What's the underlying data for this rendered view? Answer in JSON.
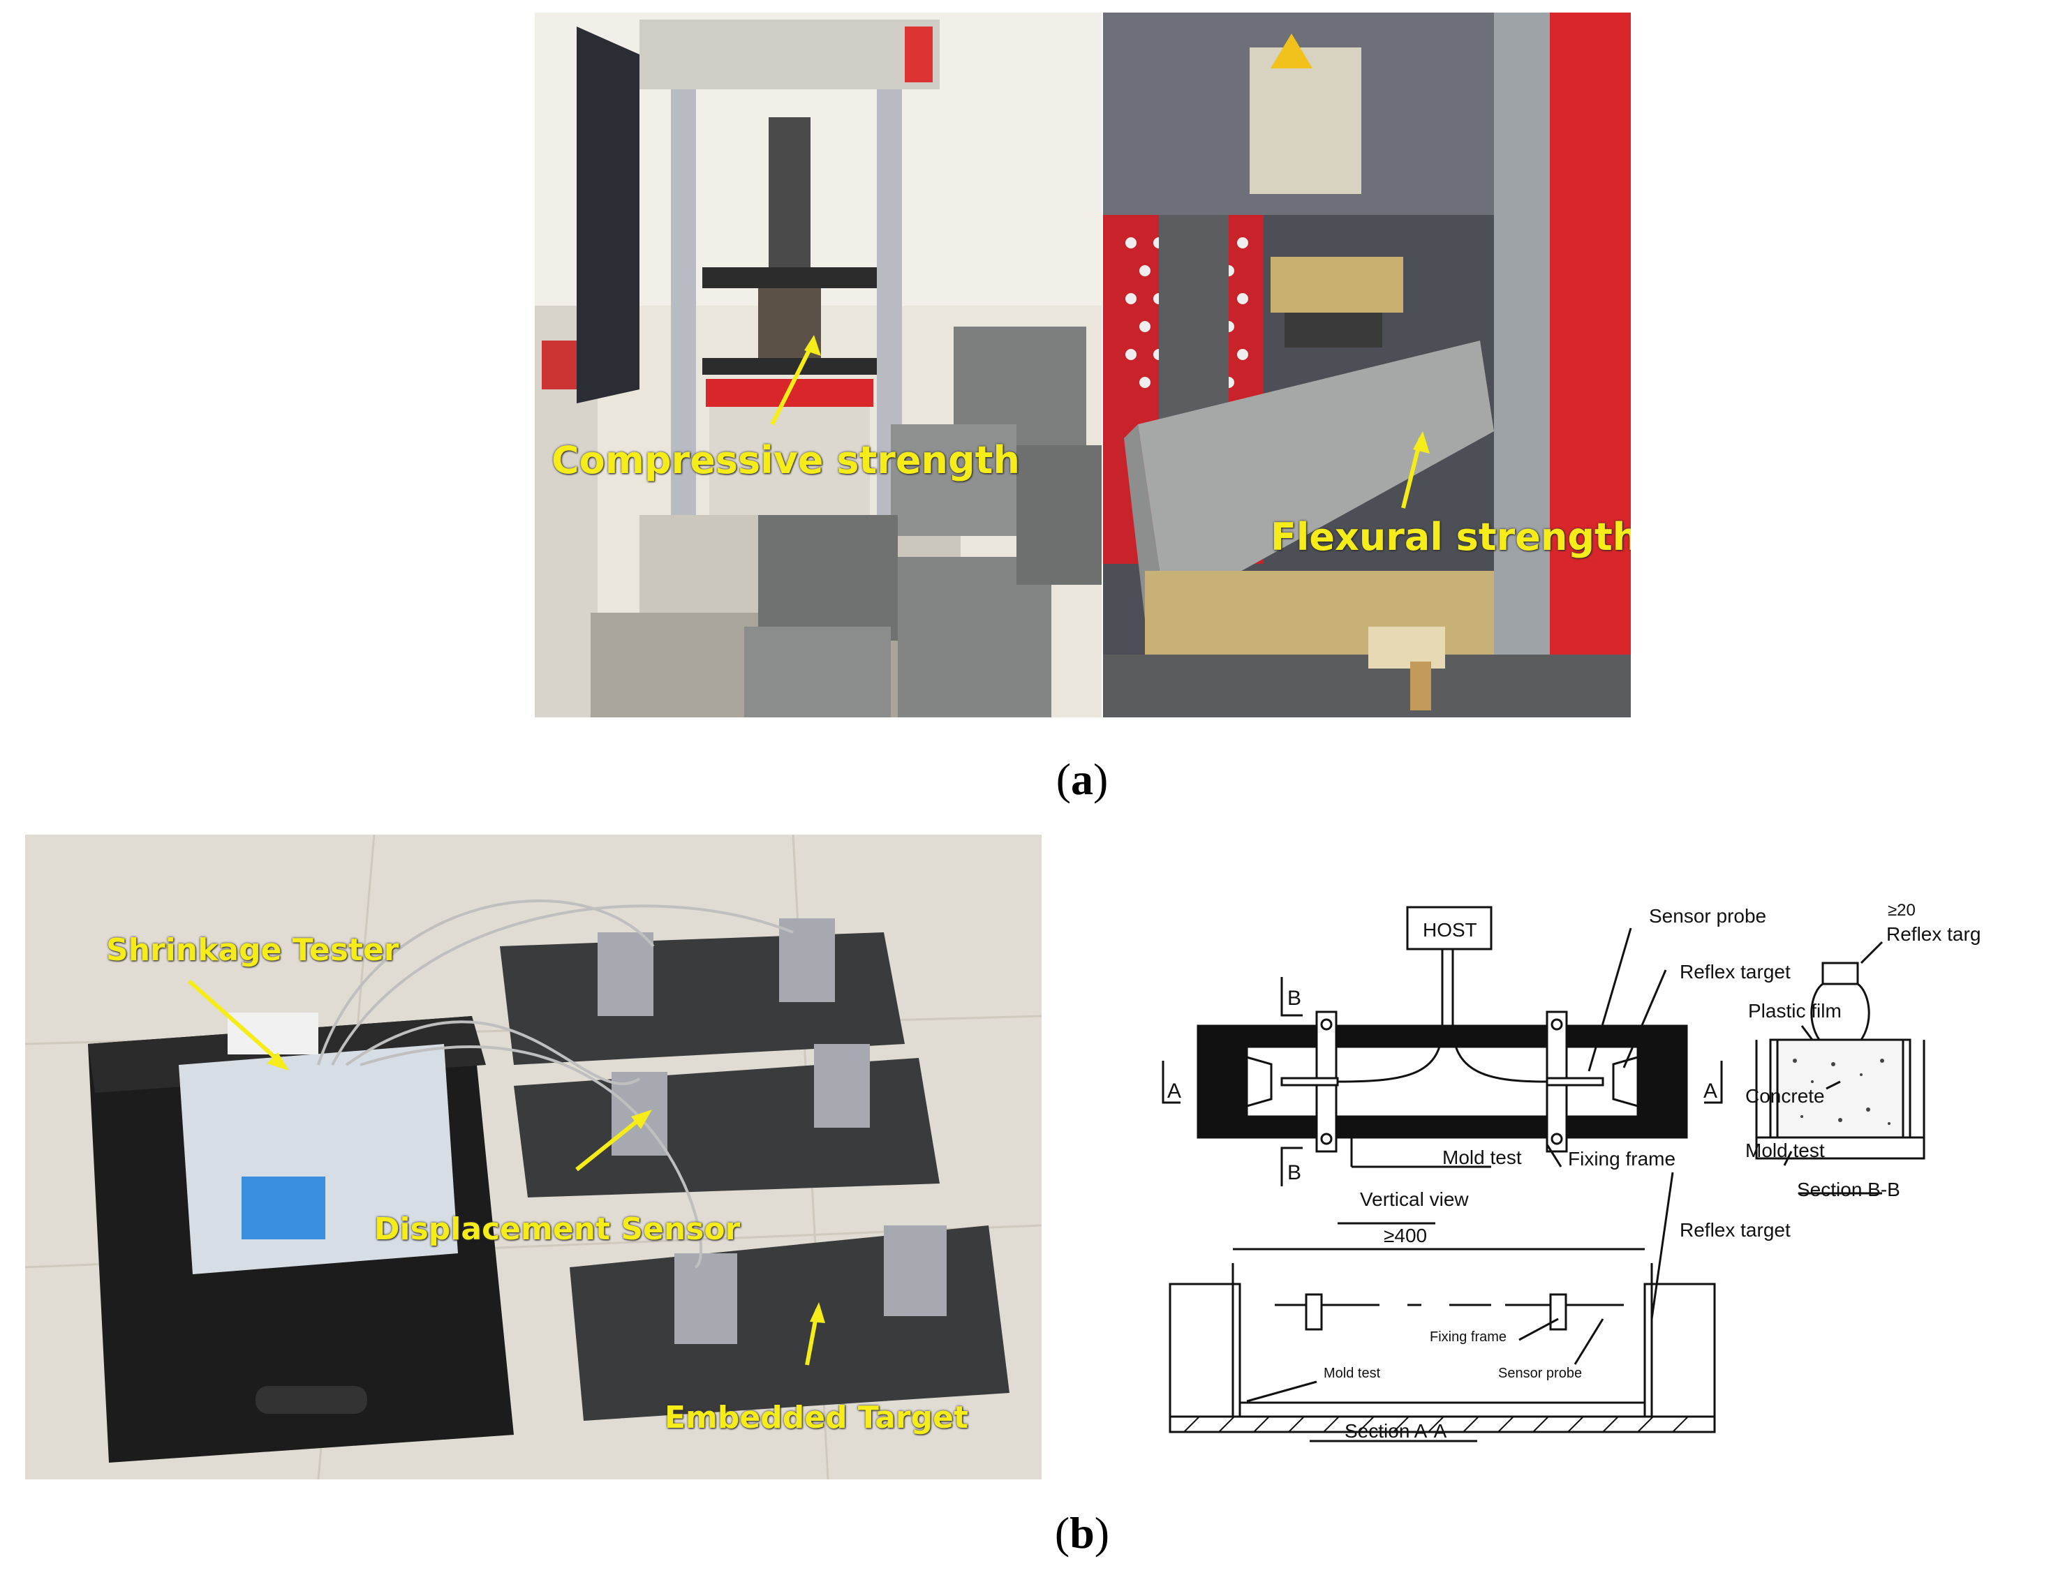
{
  "figure": {
    "caption_a": "a",
    "caption_b": "b"
  },
  "photo_a_left": {
    "label": "Compressive strength"
  },
  "photo_a_right": {
    "label": "Flexural strength"
  },
  "photo_b": {
    "shrinkage_tester": "Shrinkage Tester",
    "displacement_sensor": "Displacement Sensor",
    "embedded_target": "Embedded Target"
  },
  "diagram": {
    "host": "HOST",
    "sensor_probe": "Sensor probe",
    "reflex_target": "Reflex target",
    "mold_test": "Mold test",
    "fixing_frame": "Fixing frame",
    "vertical_view": "Vertical view",
    "marker_a": "A",
    "marker_b": "B",
    "dim_400": "≥400",
    "section_aa": "Section A-A",
    "bb": {
      "dim_20": "≥20",
      "reflex_target": "Reflex target",
      "plastic_film": "Plastic film",
      "concrete": "Concrete",
      "mold_test": "Mold test",
      "section_bb": "Section B-B"
    },
    "aa": {
      "reflex_target": "Reflex target",
      "fixing_frame": "Fixing frame",
      "mold_test": "Mold test",
      "sensor_probe": "Sensor probe"
    }
  },
  "colors": {
    "label_yellow": "#f5ec1a",
    "machine_red": "#d9262b",
    "concrete_gray": "#8a8d8c"
  }
}
